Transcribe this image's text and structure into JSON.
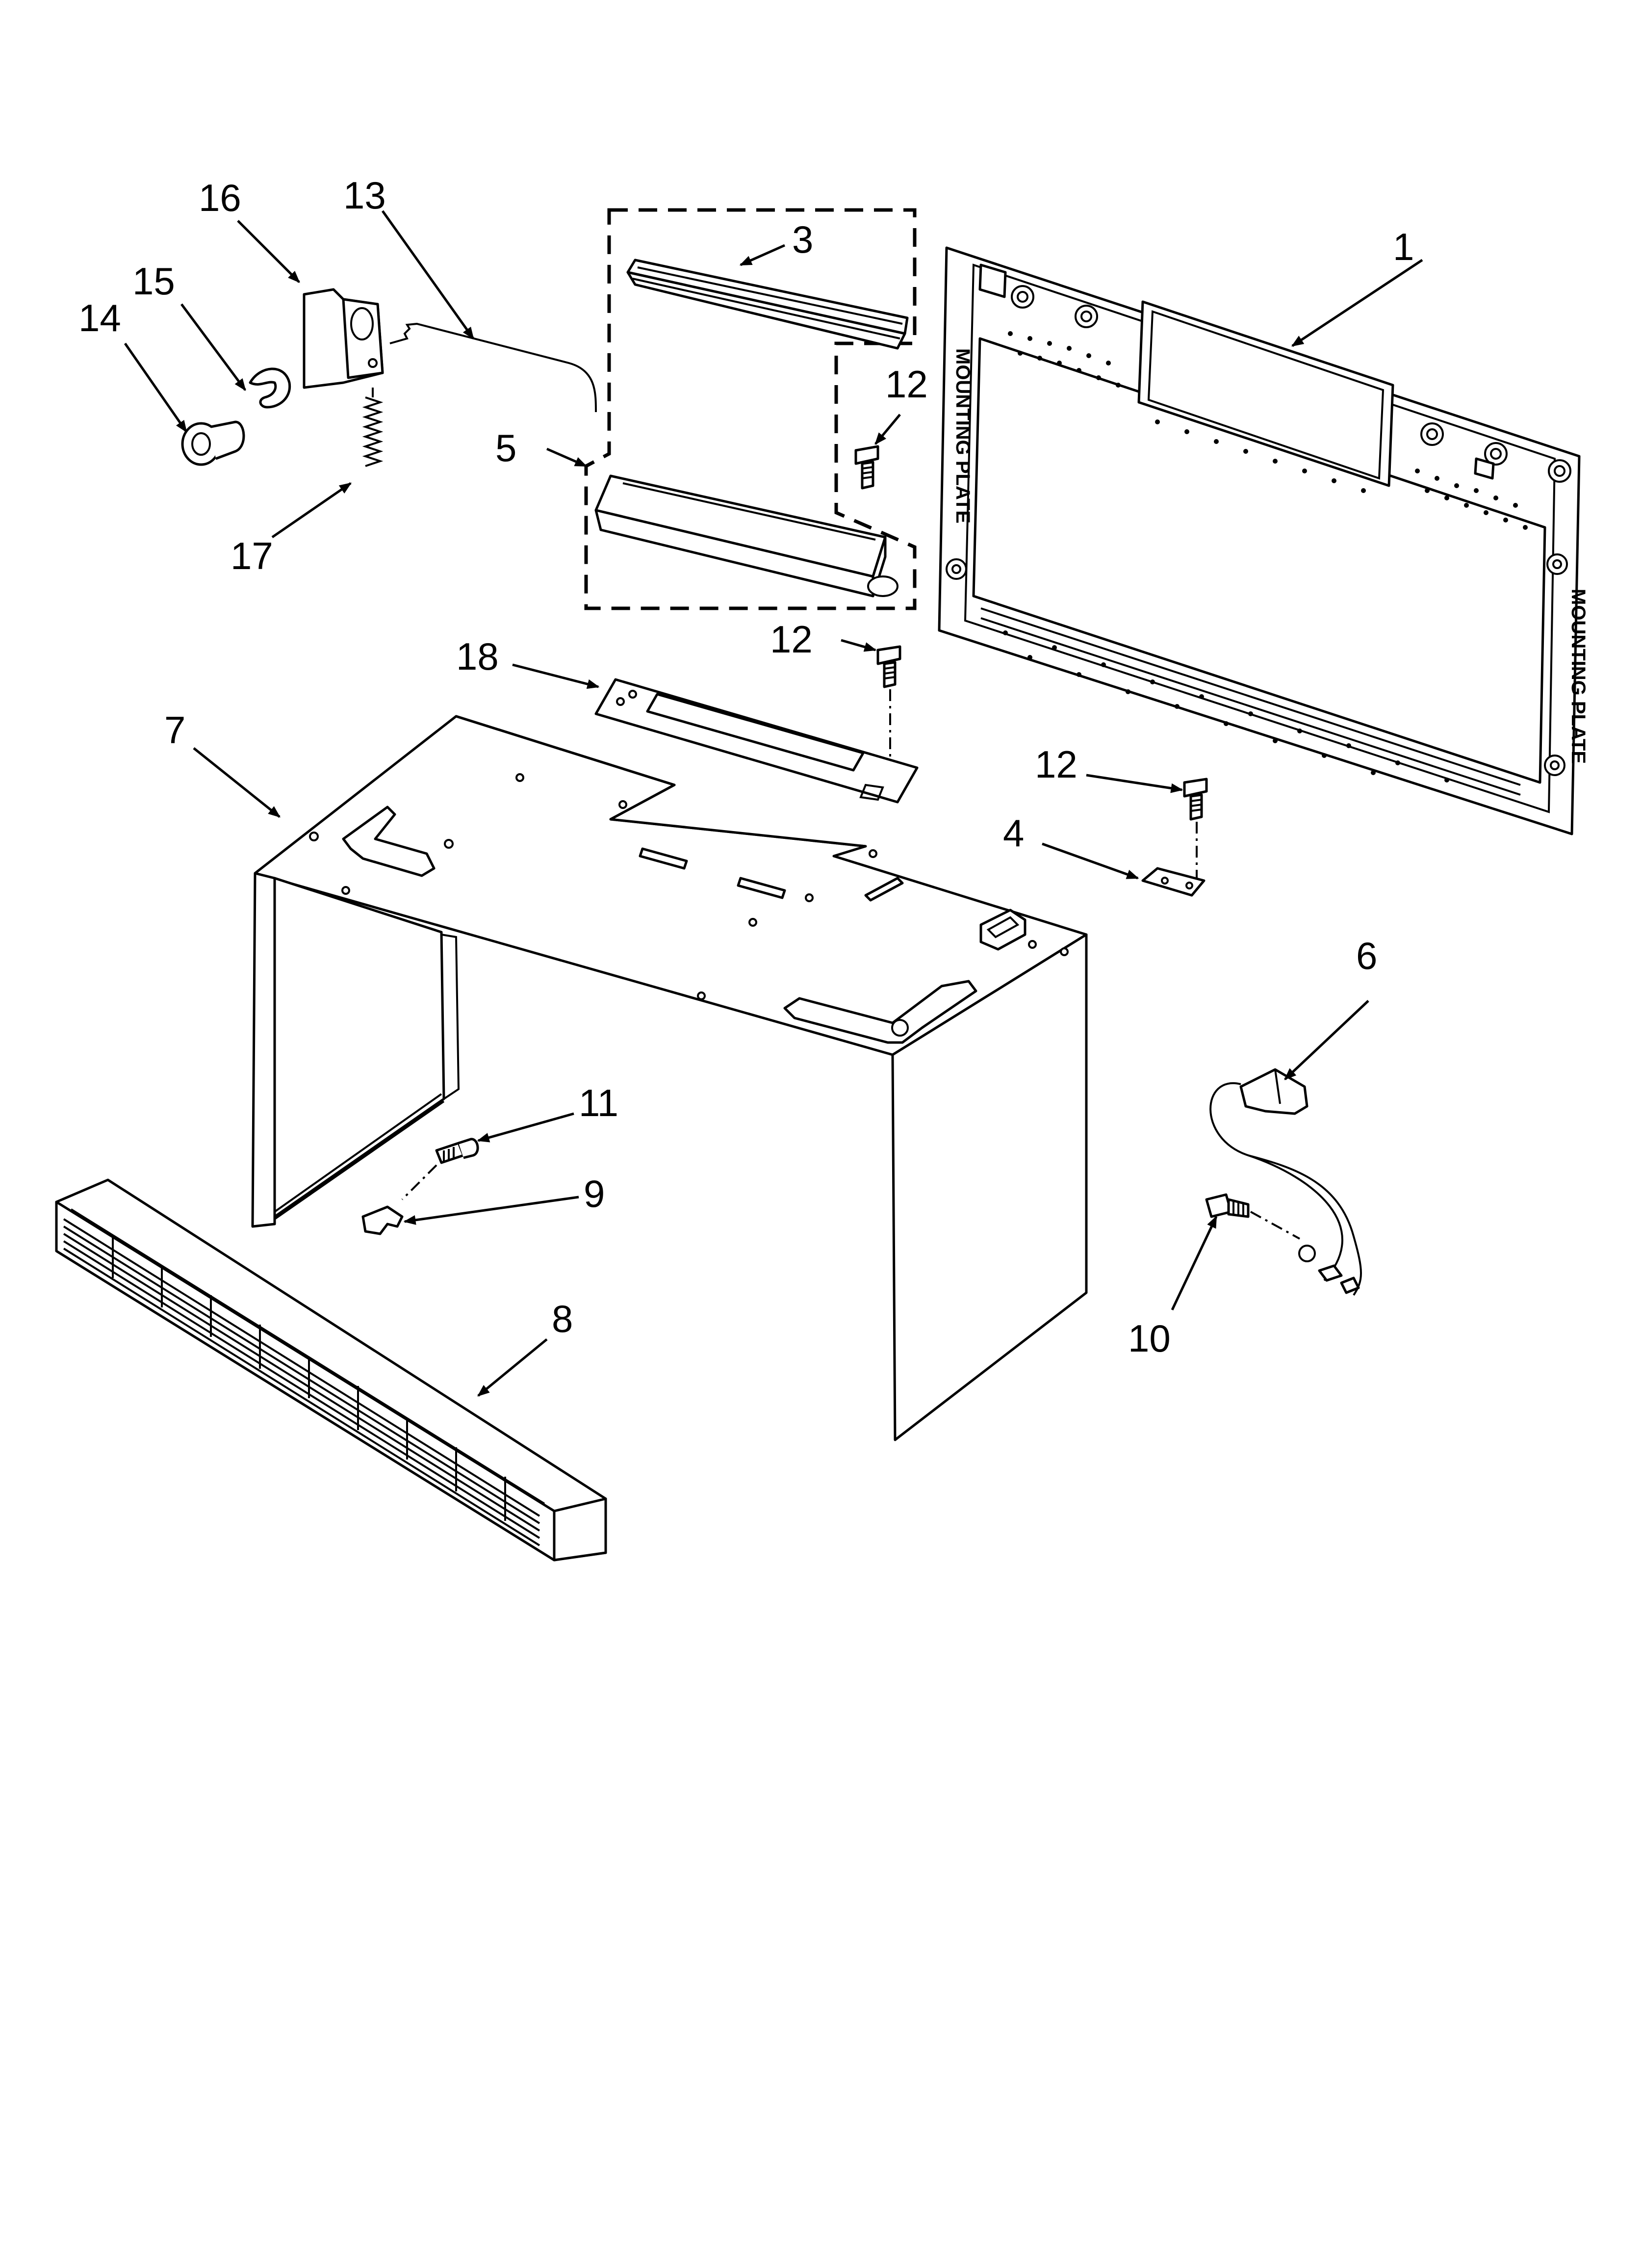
{
  "plate_text": {
    "left": "MOUNTING PLATE",
    "right": "MOUNTING PLATE"
  },
  "callouts": [
    {
      "id": "c1",
      "label": "1"
    },
    {
      "id": "c3",
      "label": "3"
    },
    {
      "id": "c4",
      "label": "4"
    },
    {
      "id": "c5",
      "label": "5"
    },
    {
      "id": "c6",
      "label": "6"
    },
    {
      "id": "c7",
      "label": "7"
    },
    {
      "id": "c8",
      "label": "8"
    },
    {
      "id": "c9",
      "label": "9"
    },
    {
      "id": "c10",
      "label": "10"
    },
    {
      "id": "c11",
      "label": "11"
    },
    {
      "id": "c12a",
      "label": "12"
    },
    {
      "id": "c12b",
      "label": "12"
    },
    {
      "id": "c12c",
      "label": "12"
    },
    {
      "id": "c13",
      "label": "13"
    },
    {
      "id": "c14",
      "label": "14"
    },
    {
      "id": "c15",
      "label": "15"
    },
    {
      "id": "c16",
      "label": "16"
    },
    {
      "id": "c17",
      "label": "17"
    },
    {
      "id": "c18",
      "label": "18"
    }
  ]
}
